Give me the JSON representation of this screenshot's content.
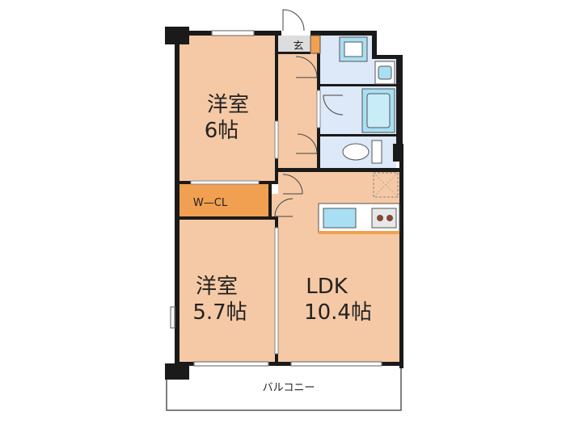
{
  "floorplan": {
    "rooms": {
      "western_room_1": {
        "name": "洋室",
        "size": "6帖"
      },
      "walk_in_closet": {
        "name": "W—CL"
      },
      "western_room_2": {
        "name": "洋室",
        "size": "5.7帖"
      },
      "ldk": {
        "name": "LDK",
        "size": "10.4帖"
      },
      "entrance": {
        "name": "玄"
      },
      "balcony": {
        "name": "バルコニー"
      }
    },
    "colors": {
      "room_floor": "#f5c9a5",
      "closet_floor": "#f0a050",
      "wet_area_floor": "#dde8f8",
      "fixture_fill": "#a9dff2",
      "entrance_floor": "#dddddd",
      "wall": "#1a1a1a",
      "balcony": "#ffffff"
    }
  }
}
